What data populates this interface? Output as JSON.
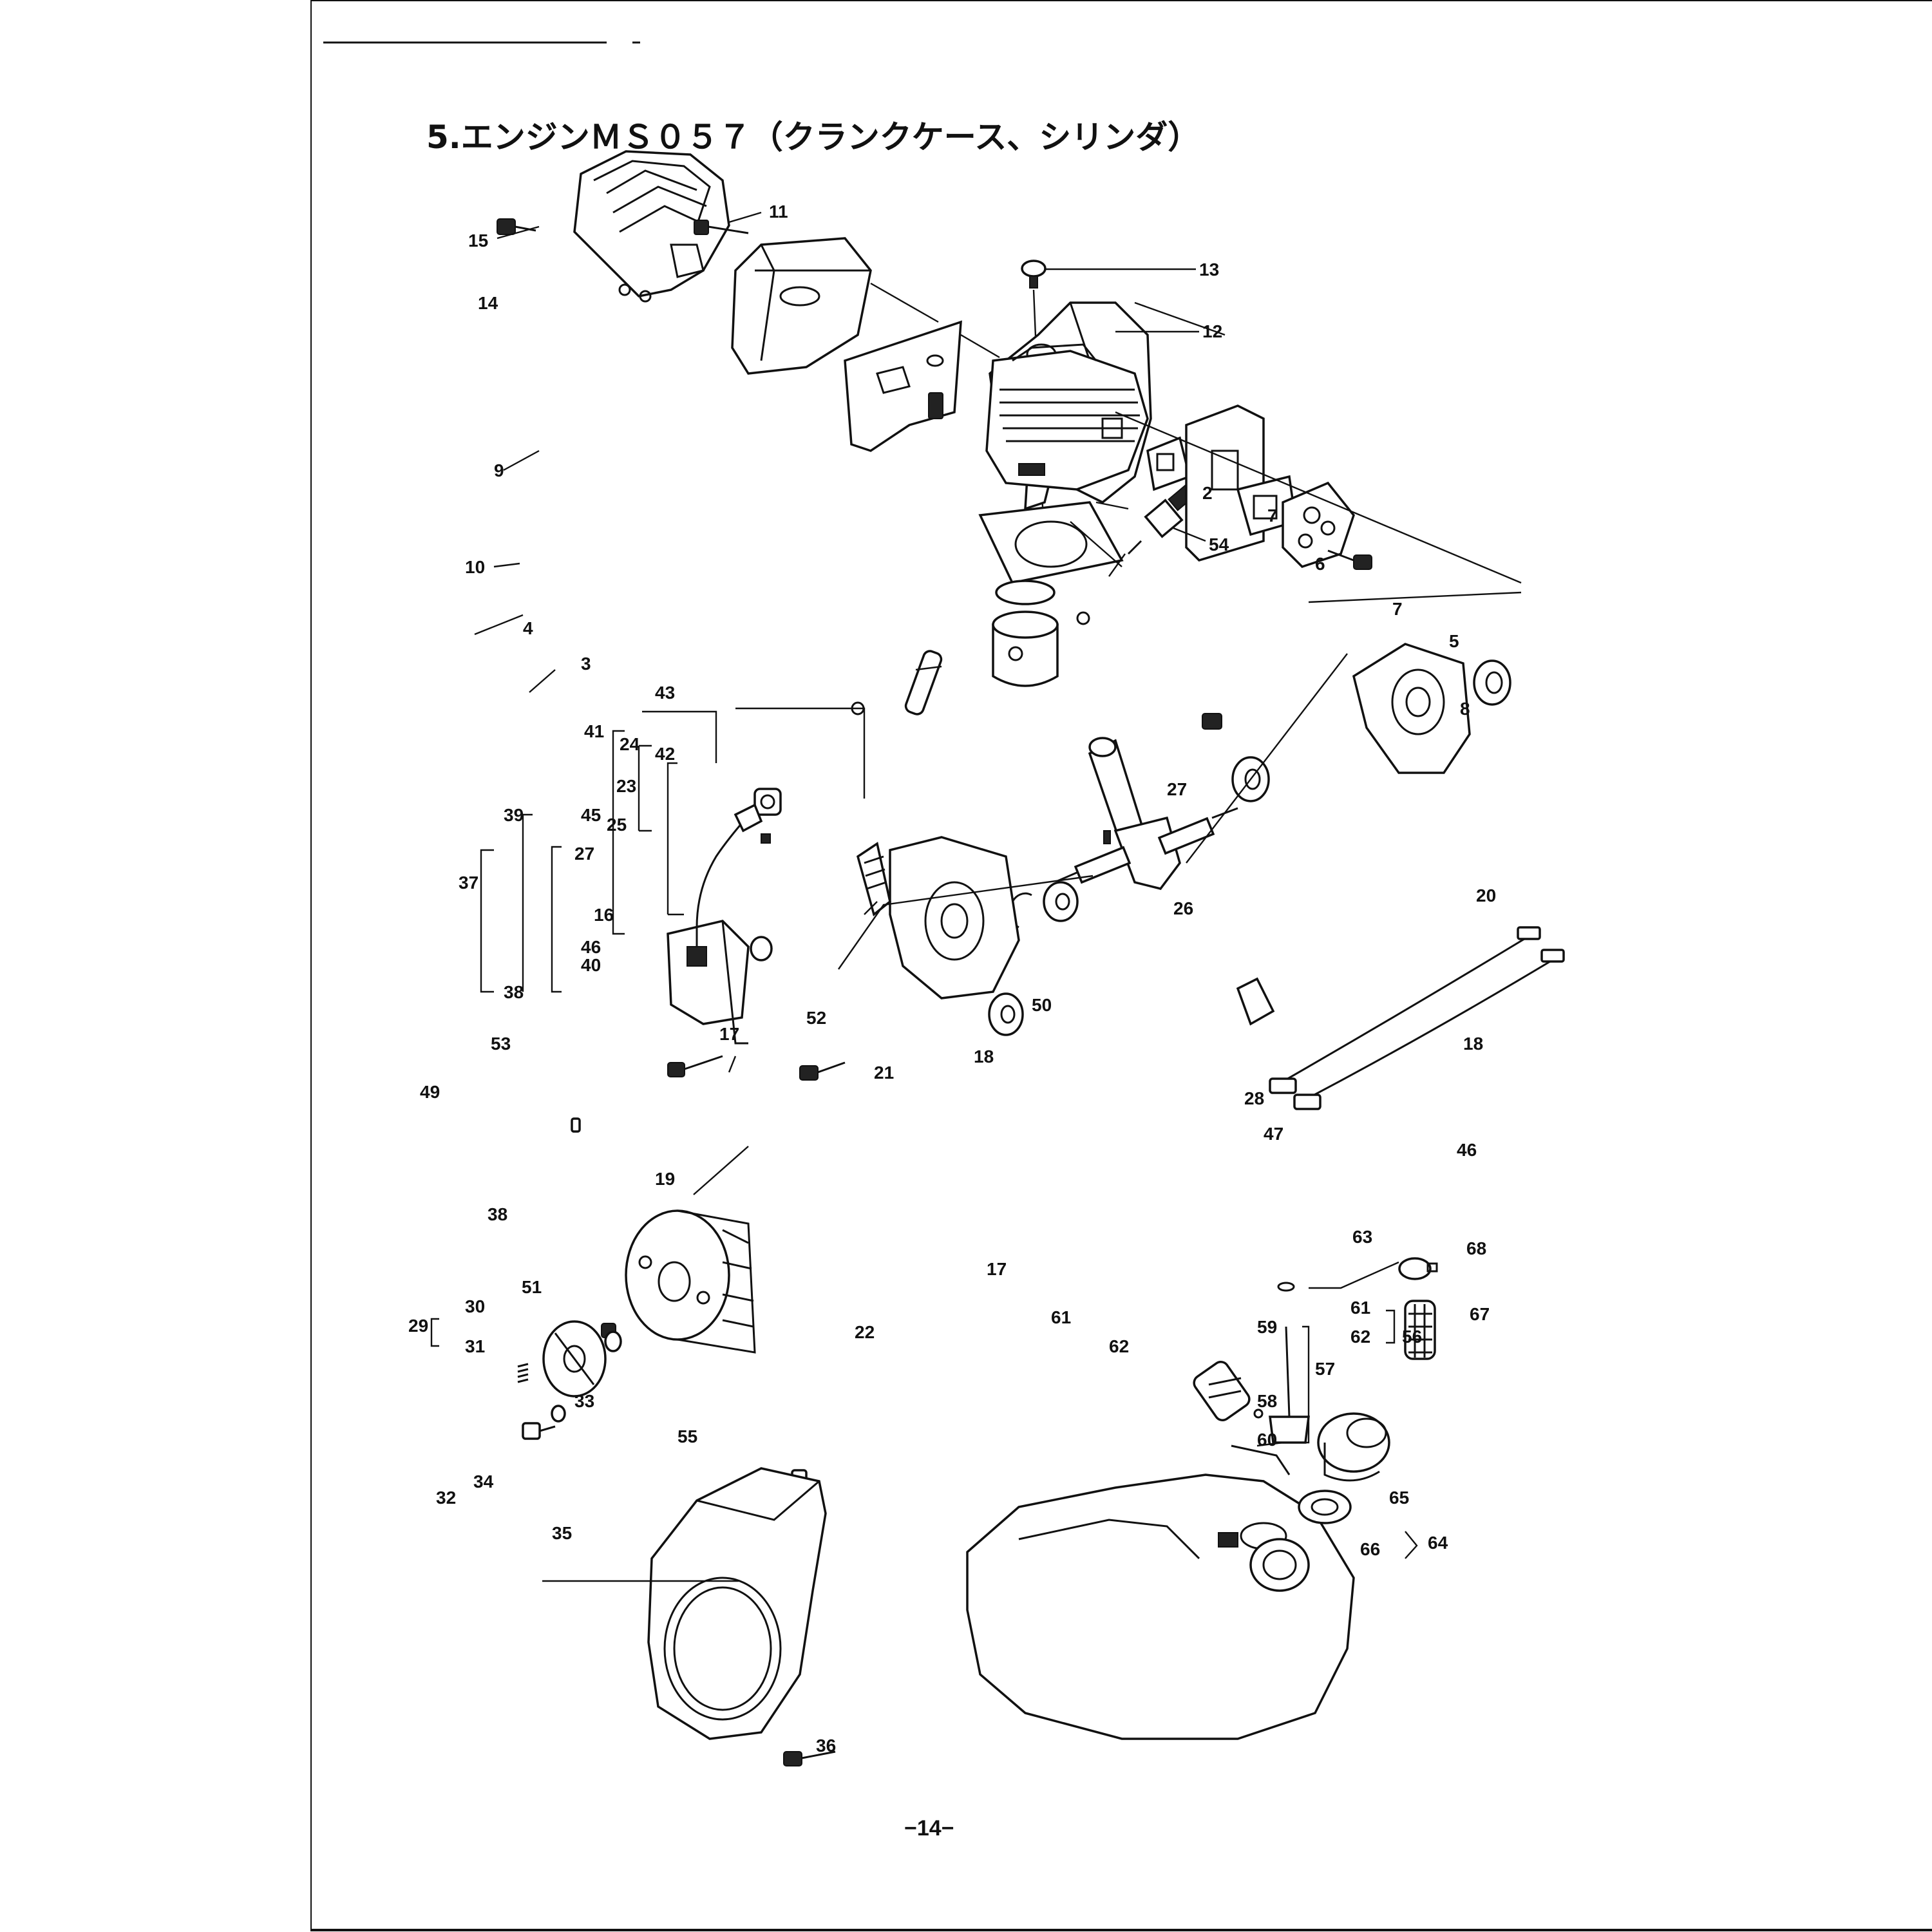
{
  "title": "5.エンジンＭＳ０５７（クランクケース、シリンダ）",
  "page_number": "−14−",
  "parts": {
    "p2": "2",
    "p3": "3",
    "p4": "4",
    "p5": "5",
    "p6": "6",
    "p7a": "7",
    "p7b": "7",
    "p8": "8",
    "p9": "9",
    "p10": "10",
    "p11": "11",
    "p12": "12",
    "p13": "13",
    "p14": "14",
    "p15": "15",
    "p16": "16",
    "p17a": "17",
    "p17b": "17",
    "p18a": "18",
    "p18b": "18",
    "p19": "19",
    "p20": "20",
    "p21": "21",
    "p22": "22",
    "p23": "23",
    "p24": "24",
    "p25": "25",
    "p26": "26",
    "p27a": "27",
    "p27b": "27",
    "p28": "28",
    "p29": "29",
    "p30": "30",
    "p31": "31",
    "p32": "32",
    "p33": "33",
    "p34": "34",
    "p35": "35",
    "p36": "36",
    "p37": "37",
    "p38a": "38",
    "p38b": "38",
    "p39": "39",
    "p40": "40",
    "p41": "41",
    "p42": "42",
    "p43": "43",
    "p45": "45",
    "p46a": "46",
    "p46b": "46",
    "p47": "47",
    "p49": "49",
    "p50": "50",
    "p51": "51",
    "p52": "52",
    "p53": "53",
    "p54": "54",
    "p55": "55",
    "p56": "56",
    "p57": "57",
    "p58": "58",
    "p59": "59",
    "p60": "60",
    "p61a": "61",
    "p61b": "61",
    "p62a": "62",
    "p62b": "62",
    "p63": "63",
    "p64": "64",
    "p65": "65",
    "p66": "66",
    "p67": "67",
    "p68": "68"
  }
}
